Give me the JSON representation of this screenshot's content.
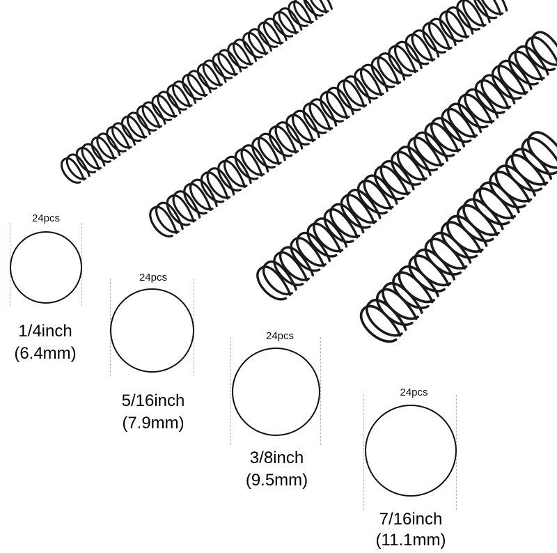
{
  "image": {
    "background": "#ffffff",
    "wire_color": "#1a1a1a",
    "guide_color": "#8cc4dc"
  },
  "sizes": [
    {
      "quantity": "24pcs",
      "inch": "1/4inch",
      "mm": "(6.4mm)"
    },
    {
      "quantity": "24pcs",
      "inch": "5/16inch",
      "mm": "(7.9mm)"
    },
    {
      "quantity": "24pcs",
      "inch": "3/8inch",
      "mm": "(9.5mm)"
    },
    {
      "quantity": "24pcs",
      "inch": "7/16inch",
      "mm": "(11.1mm)"
    }
  ]
}
